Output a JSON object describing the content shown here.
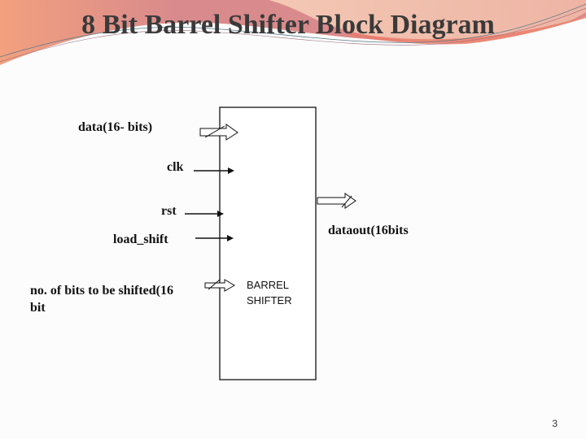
{
  "slide": {
    "title": "8 Bit Barrel Shifter Block Diagram",
    "page_number": "3",
    "theme_colors": {
      "header_pink": "#d98a8a",
      "header_salmon": "#f2a080",
      "header_light": "#f0c0b0",
      "accent_red": "#e06050",
      "title_text": "#3a3a3a"
    }
  },
  "diagram": {
    "block": {
      "label_line1": "BARREL",
      "label_line2": "SHIFTER"
    },
    "inputs": [
      {
        "label": "data(16- bits)",
        "type": "bus"
      },
      {
        "label": "clk",
        "type": "signal"
      },
      {
        "label": "rst",
        "type": "signal"
      },
      {
        "label": "load_shift",
        "type": "signal"
      },
      {
        "label_line1": "no. of bits to be shifted(16",
        "label_line2": "bit",
        "type": "bus"
      }
    ],
    "outputs": [
      {
        "label": "dataout(16bits",
        "type": "bus"
      }
    ]
  }
}
